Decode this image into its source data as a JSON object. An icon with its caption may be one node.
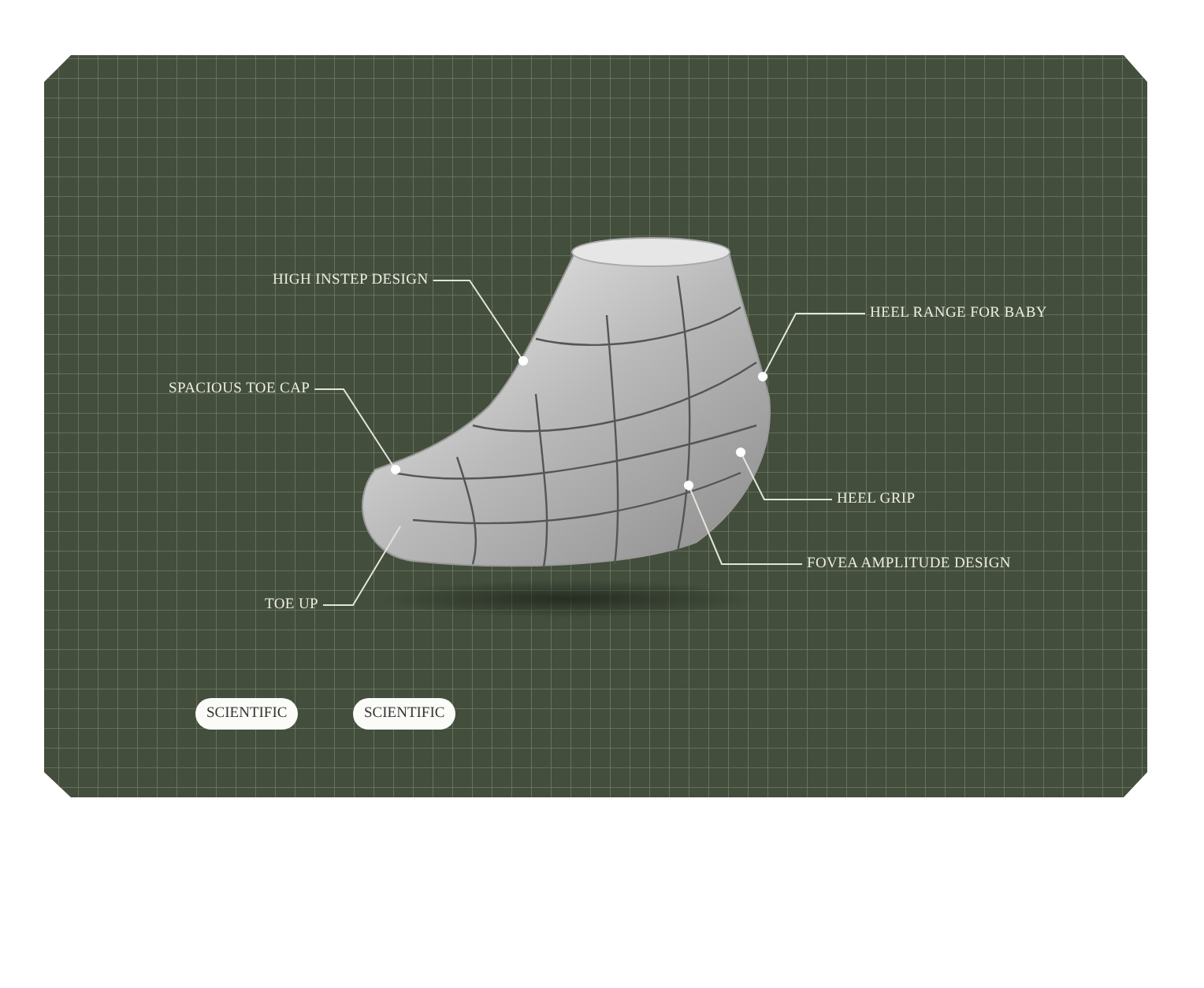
{
  "diagram": {
    "nodes": [
      {
        "text": [
          "HIGH INSTEP DESIGN"
        ]
      },
      {
        "text": [
          "SPACIOUS TOE CAP"
        ]
      },
      {
        "text": [
          "TOE UP"
        ]
      },
      {
        "text": [
          "HEEL RANGE FOR BABY"
        ]
      },
      {
        "text": [
          "HEEL GRIP"
        ]
      },
      {
        "text": [
          "FOVEA AMPLITUDE DESIGN"
        ]
      },
      {
        "text": [
          "SCIENTIFIC"
        ]
      },
      {
        "text": [
          "SCIENTIFIC"
        ]
      },
      {
        "text": [],
        "shape": "picture"
      }
    ],
    "edges": [
      {
        "from": 0,
        "to": 8,
        "arrow": "other"
      },
      {
        "from": 1,
        "to": 8,
        "arrow": "other"
      },
      {
        "from": 2,
        "to": 8,
        "arrow": "none"
      },
      {
        "from": 3,
        "to": 8,
        "arrow": "other"
      },
      {
        "from": 4,
        "to": 8,
        "arrow": "other"
      },
      {
        "from": 5,
        "to": 8,
        "arrow": "other"
      }
    ]
  }
}
